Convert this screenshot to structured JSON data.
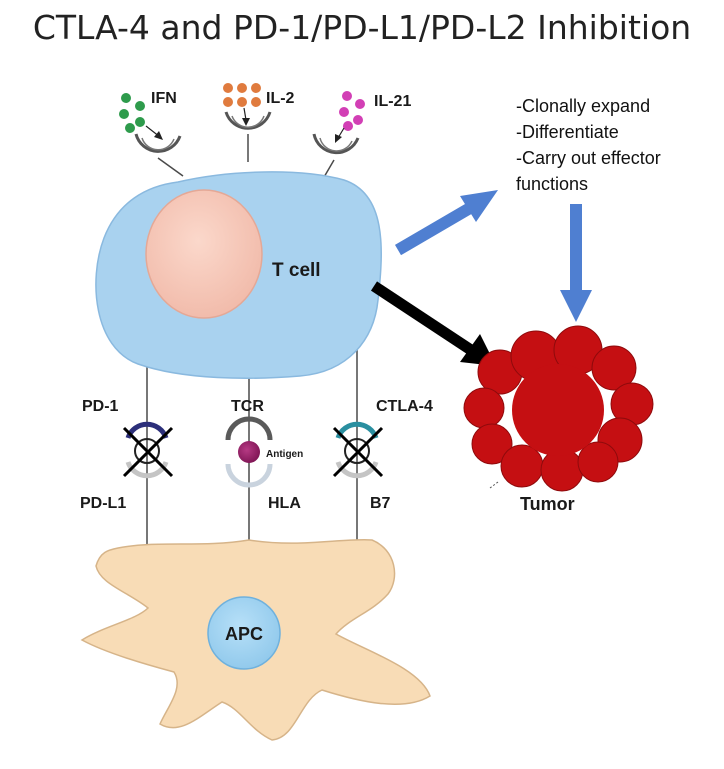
{
  "title": "CTLA-4 and PD-1/PD-L1/PD-L2 Inhibition",
  "cytokines": {
    "ifn": "IFN",
    "il2": "IL-2",
    "il21": "IL-21"
  },
  "cells": {
    "t_cell": "T cell",
    "apc": "APC",
    "tumor": "Tumor"
  },
  "receptors": {
    "pd1": "PD-1",
    "tcr": "TCR",
    "ctla4": "CTLA-4",
    "pdl1": "PD-L1",
    "hla": "HLA",
    "b7": "B7",
    "antigen": "Antigen"
  },
  "effects": [
    "-Clonally expand",
    "-Differentiate",
    "-Carry out effector",
    "functions"
  ],
  "colors": {
    "t_cell": "#a9d2ef",
    "nucleus": "#f7c9b9",
    "apc": "#f8dcb6",
    "tumor": "#c50f12",
    "arrow_blue": "#4f7fd1",
    "arrow_black": "#000000",
    "ifn_dots": "#2e9b4c",
    "il2_dots": "#e07b3e",
    "il21_dots": "#d23fb5",
    "antigen": "#8d1a5e"
  }
}
